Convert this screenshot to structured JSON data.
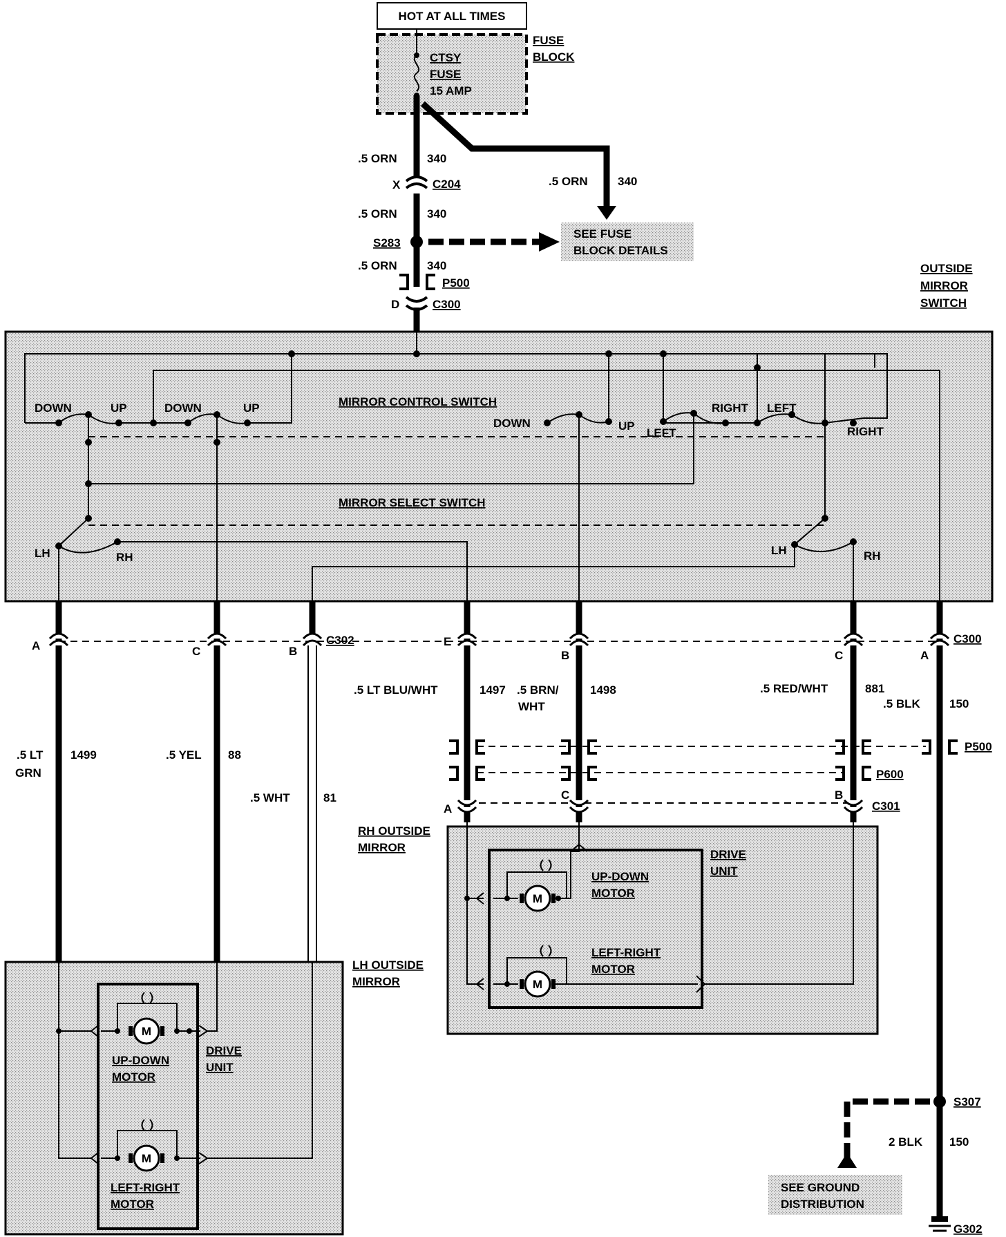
{
  "source": {
    "label": "HOT AT ALL TIMES"
  },
  "fuse_block": {
    "label_line1": "FUSE",
    "label_line2": "BLOCK",
    "fuse_line1": "CTSY",
    "fuse_line2": "FUSE",
    "fuse_line3": "15 AMP"
  },
  "wires": {
    "w340a_gauge": ".5 ORN",
    "w340a_num": "340",
    "w340b_gauge": ".5 ORN",
    "w340b_num": "340",
    "w340c_gauge": ".5 ORN",
    "w340c_num": "340",
    "w340d_gauge": ".5 ORN",
    "w340d_num": "340",
    "w1499_gauge_l1": ".5 LT",
    "w1499_gauge_l2": "GRN",
    "w1499_num": "1499",
    "w88_gauge": ".5 YEL",
    "w88_num": "88",
    "w81_gauge": ".5 WHT",
    "w81_num": "81",
    "w1497_gauge": ".5 LT BLU/WHT",
    "w1497_num": "1497",
    "w1498_gauge_l1": ".5 BRN/",
    "w1498_gauge_l2": "WHT",
    "w1498_num": "1498",
    "w881_gauge": ".5 RED/WHT",
    "w881_num": "881",
    "w150_gauge": ".5 BLK",
    "w150_num": "150",
    "w150b_gauge": "2 BLK",
    "w150b_num": "150"
  },
  "connectors": {
    "c204": "C204",
    "c204_pin": "X",
    "s283": "S283",
    "p500_top": "P500",
    "c300_top": "C300",
    "c300_top_pin": "D",
    "c302": "C302",
    "c302_pin_a": "A",
    "c302_pin_c": "C",
    "c302_pin_b": "B",
    "c300_bot": "C300",
    "c300_pin_e": "E",
    "c300_pin_b": "B",
    "c300_pin_c": "C",
    "c300_pin_a": "A",
    "p500_bot": "P500",
    "p600": "P600",
    "c301": "C301",
    "c301_pin_a": "A",
    "c301_pin_c": "C",
    "c301_pin_b": "B",
    "s307": "S307",
    "g302": "G302"
  },
  "refs": {
    "fuse_details_l1": "SEE FUSE",
    "fuse_details_l2": "BLOCK DETAILS",
    "ground_l1": "SEE GROUND",
    "ground_l2": "DISTRIBUTION"
  },
  "switch": {
    "title_l1": "OUTSIDE",
    "title_l2": "MIRROR",
    "title_l3": "SWITCH",
    "control_label": "MIRROR CONTROL SWITCH",
    "select_label": "MIRROR SELECT SWITCH",
    "down1": "DOWN",
    "up1": "UP",
    "down2": "DOWN",
    "up2": "UP",
    "down3": "DOWN",
    "up3": "UP",
    "left1": "LEFT",
    "right1": "RIGHT",
    "left2": "LEFT",
    "right2": "RIGHT",
    "lh1": "LH",
    "rh1": "RH",
    "lh2": "LH",
    "rh2": "RH"
  },
  "rh_mirror": {
    "label_l1": "RH OUTSIDE",
    "label_l2": "MIRROR",
    "drive_l1": "DRIVE",
    "drive_l2": "UNIT",
    "ud_l1": "UP-DOWN",
    "ud_l2": "MOTOR",
    "lr_l1": "LEFT-RIGHT",
    "lr_l2": "MOTOR",
    "motor": "M"
  },
  "lh_mirror": {
    "label_l1": "LH OUTSIDE",
    "label_l2": "MIRROR",
    "drive_l1": "DRIVE",
    "drive_l2": "UNIT",
    "ud_l1": "UP-DOWN",
    "ud_l2": "MOTOR",
    "lr_l1": "LEFT-RIGHT",
    "lr_l2": "MOTOR",
    "motor": "M"
  }
}
